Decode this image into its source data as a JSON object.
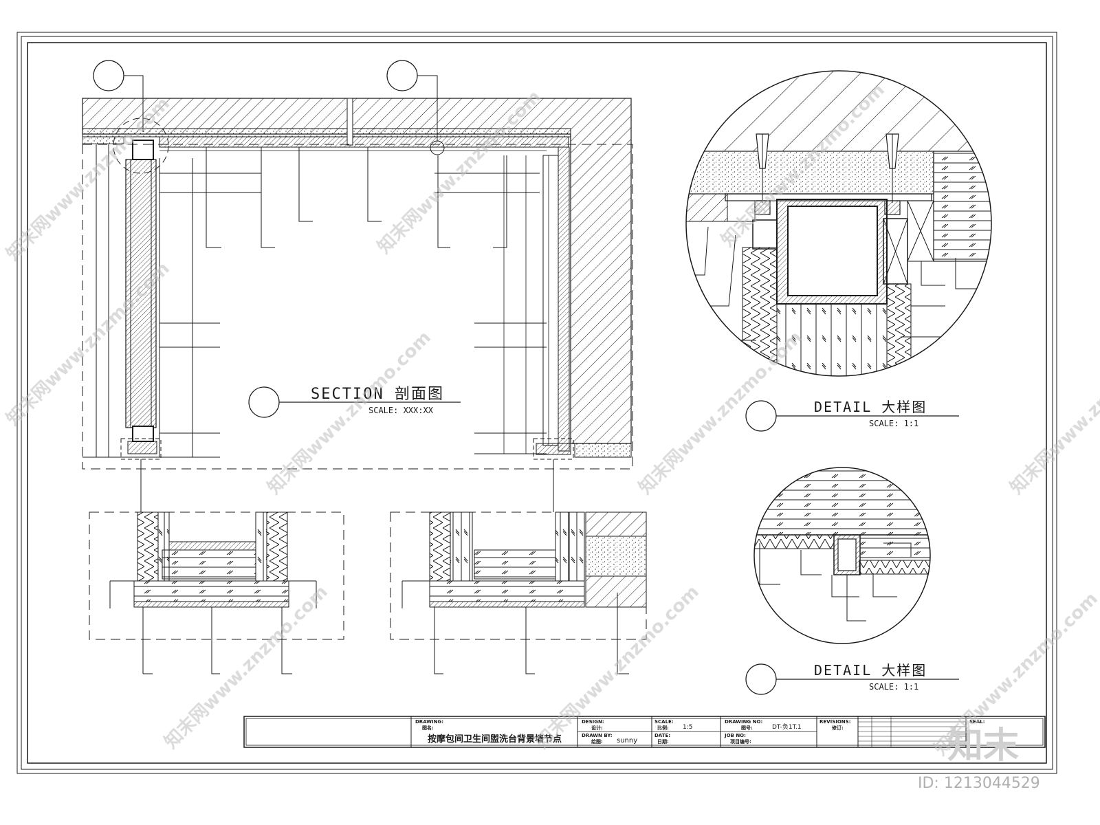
{
  "section_title": "SECTION 剖面图",
  "section_scale": "SCALE: XXX:XX",
  "detail1_title": "DETAIL 大样图",
  "detail1_scale": "SCALE: 1:1",
  "detail2_title": "DETAIL 大样图",
  "detail2_scale": "SCALE: 1:1",
  "title_block": {
    "drawing_label": "DRAWING:",
    "drawing_label_cn": "图名:",
    "drawing_name": "按摩包间卫生间盥洗台背景墙节点",
    "design_label": "DESIGN:",
    "design_label_cn": "设计:",
    "drawn_by_label": "DRAWN BY:",
    "drawn_by_label_cn": "绘图:",
    "drawn_by": "sunny",
    "scale_label": "SCALE:",
    "scale_label_cn": "比例:",
    "scale_value": "1:5",
    "date_label": "DATE:",
    "date_label_cn": "日期:",
    "drawing_no_label": "DRAWING NO:",
    "drawing_no_label_cn": "图号:",
    "drawing_no": "DT-负1T.1",
    "job_no_label": "JOB NO:",
    "job_no_label_cn": "项目编号:",
    "revisions_label": "REVISIONS:",
    "revisions_label_cn": "修订:",
    "seal_label": "SEAL:"
  },
  "watermark_text": "知末网www.znzmo.com",
  "brand_logo": "知末",
  "image_id": "ID: 1213044529",
  "colors": {
    "line": "#1a1a1a",
    "watermark": "#c8c8c8"
  }
}
